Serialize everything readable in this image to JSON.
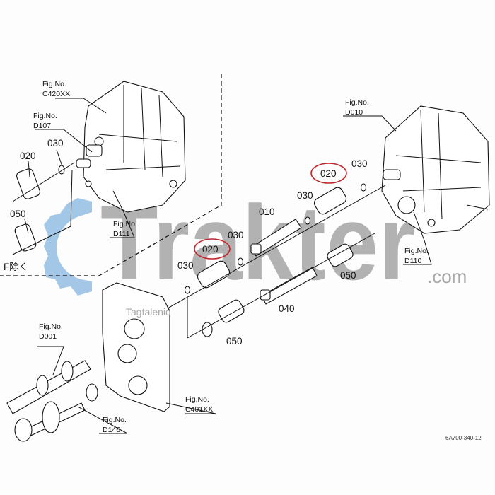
{
  "diagram": {
    "drawing_code": "6A700-340-12",
    "note_exclusion": "F除く",
    "fig_prefix": "Fig.No.",
    "figure_refs": {
      "c420xx": "C420XX",
      "d107": "D107",
      "d111": "D111",
      "d010": "D010",
      "d110": "D110",
      "d001": "D001",
      "c401xx": "C401XX",
      "d146": "D146"
    },
    "part_labels": {
      "p010": "010",
      "p020": "020",
      "p030": "030",
      "p040": "040",
      "p050": "050"
    },
    "highlight_color": "#c0262c"
  },
  "watermark": {
    "brand": "Trakter",
    "domain": ".com",
    "tagline": "Tagtalenid",
    "gear_color": "#5b9bd5"
  }
}
